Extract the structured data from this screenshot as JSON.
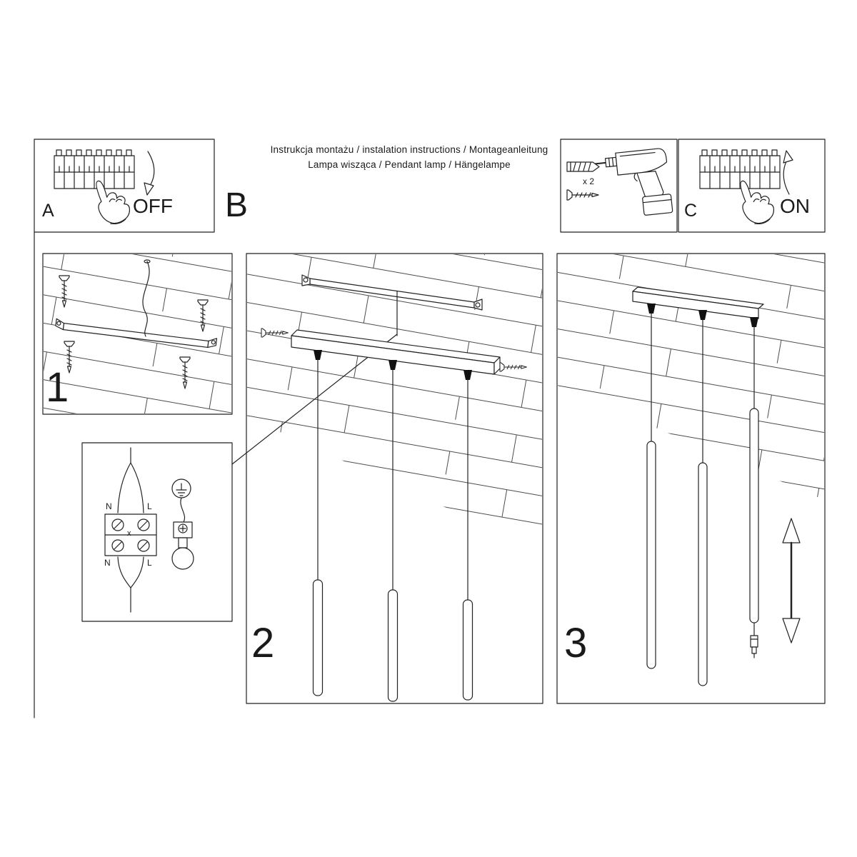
{
  "document": {
    "title_line1": "Instrukcja montażu / instalation instructions / Montageanleitung",
    "title_line2": "Lampa wisząca / Pendant lamp / Hängelampe"
  },
  "header": {
    "step_a": {
      "label": "A",
      "switch_label": "OFF"
    },
    "step_b": {
      "label": "B"
    },
    "step_c": {
      "label": "C",
      "switch_label": "ON"
    },
    "tools": {
      "anchor_quantity": "x 2"
    }
  },
  "steps": {
    "step1": {
      "number": "1"
    },
    "step2": {
      "number": "2"
    },
    "step3": {
      "number": "3"
    }
  },
  "wiring": {
    "top_left": "N",
    "top_right": "L",
    "bottom_left": "N",
    "bottom_right": "L",
    "cross": "x"
  },
  "icons": [
    "breaker-panel-icon",
    "pointing-hand-icon",
    "curved-arrow-down-icon",
    "curved-arrow-up-icon",
    "drill-icon",
    "wall-plug-icon",
    "screw-icon",
    "ground-symbol-icon",
    "earth-clamp-icon",
    "cable-grip-cone",
    "pendant-tube",
    "height-adjust-arrow-icon"
  ],
  "colors": {
    "line": "#222222",
    "background": "#ffffff"
  }
}
